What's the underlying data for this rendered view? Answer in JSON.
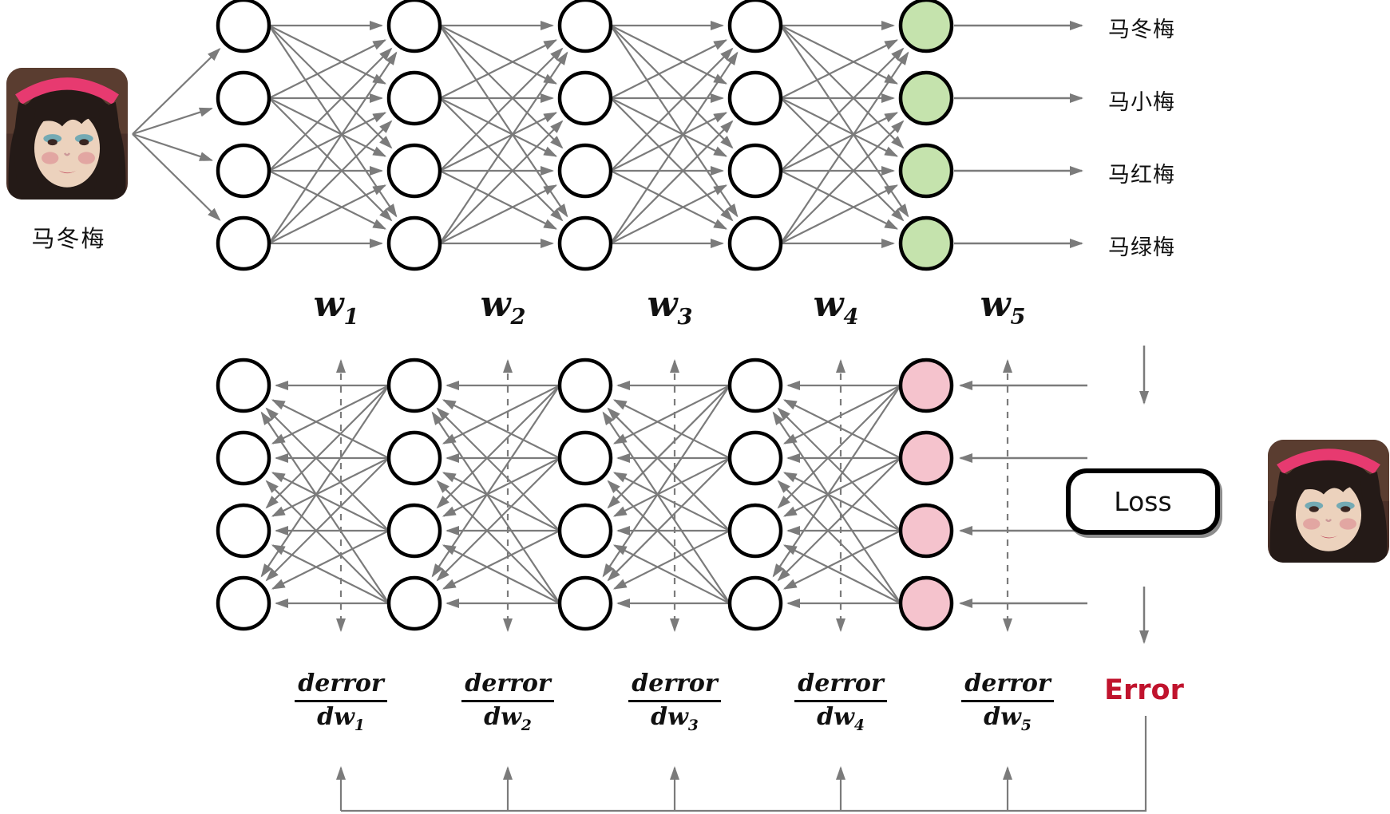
{
  "input": {
    "caption": "马冬梅"
  },
  "forward_network": {
    "layers": 5,
    "nodes_per_layer": 4,
    "direction": "left-to-right"
  },
  "backward_network": {
    "layers": 5,
    "nodes_per_layer": 4,
    "direction": "right-to-left"
  },
  "outputs": [
    "马冬梅",
    "马小梅",
    "马红梅",
    "马绿梅"
  ],
  "weights": [
    {
      "base": "w",
      "sub": "1"
    },
    {
      "base": "w",
      "sub": "2"
    },
    {
      "base": "w",
      "sub": "3"
    },
    {
      "base": "w",
      "sub": "4"
    },
    {
      "base": "w",
      "sub": "5"
    }
  ],
  "gradients": [
    {
      "numerator": "derror",
      "den_base": "dw",
      "den_sub": "1"
    },
    {
      "numerator": "derror",
      "den_base": "dw",
      "den_sub": "2"
    },
    {
      "numerator": "derror",
      "den_base": "dw",
      "den_sub": "3"
    },
    {
      "numerator": "derror",
      "den_base": "dw",
      "den_sub": "4"
    },
    {
      "numerator": "derror",
      "den_base": "dw",
      "den_sub": "5"
    }
  ],
  "loss_label": "Loss",
  "error_label": "Error",
  "colors": {
    "node_fill": "#ffffff",
    "node_stroke": "#000000",
    "forward_output_fill": "#c5e3ad",
    "backward_output_fill": "#f5c3cd",
    "edge": "#7b7b7b",
    "error_text": "#c0132d"
  }
}
